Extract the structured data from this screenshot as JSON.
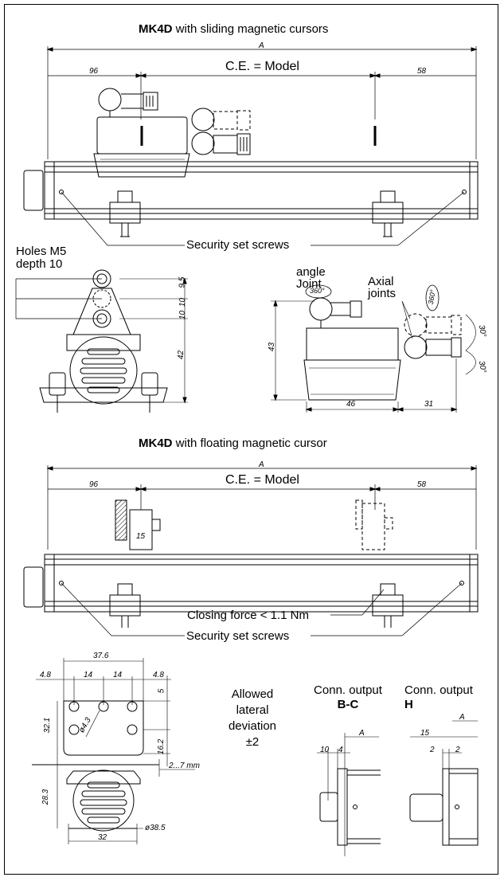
{
  "section1": {
    "title_bold": "MK4D",
    "title_rest": " with sliding magnetic cursors",
    "dim_total": "A",
    "dim_left": "96",
    "dim_center": "C.E. = Model",
    "dim_right": "58",
    "callout": "Security set screws"
  },
  "section2": {
    "holes_line1": "Holes M5",
    "holes_line2": "depth 10",
    "dim_9_5": "9.5",
    "dim_10": "10",
    "dim_10b": "10",
    "dim_42": "42",
    "angle_label_1": "angle",
    "angle_label_2": "Joint",
    "axial_label_1": "Axial",
    "axial_label_2": "joints",
    "angle_360_a": "360°",
    "angle_360_b": "360°",
    "dim_43": "43",
    "dim_46": "46",
    "dim_31": "31",
    "dim_30_top": "30°",
    "dim_30_bottom": "30°"
  },
  "section3": {
    "title_bold": "MK4D",
    "title_rest": " with floating magnetic cursor",
    "dim_total": "A",
    "dim_left": "96",
    "dim_center": "C.E. = Model",
    "dim_right": "58",
    "dim_15": "15",
    "closing_force": "Closing force < 1.1 Nm",
    "callout": "Security set screws"
  },
  "section4": {
    "dim_37_6": "37.6",
    "dim_4_8_left": "4.8",
    "dim_14_a": "14",
    "dim_14_b": "14",
    "dim_4_8_right": "4.8",
    "dim_5": "5",
    "dim_32_1": "32.1",
    "dim_dia_4_3": "ø4.3",
    "dim_16_2": "16.2",
    "dim_2_7": "2...7 mm",
    "dim_28_3": "28.3",
    "dim_dia_38_5": "ø38.5",
    "dim_32": "32",
    "allowed_1": "Allowed",
    "allowed_2": "lateral",
    "allowed_3": "deviation",
    "allowed_4": "±2",
    "conn_bc_1": "Conn. output",
    "conn_bc_2": "B-C",
    "conn_h_1": "Conn. output",
    "conn_h_2": "H",
    "bc_dim_A": "A",
    "bc_dim_10": "10",
    "bc_dim_4": "4",
    "h_dim_A": "A",
    "h_dim_15": "15",
    "h_dim_2a": "2",
    "h_dim_2b": "2"
  }
}
